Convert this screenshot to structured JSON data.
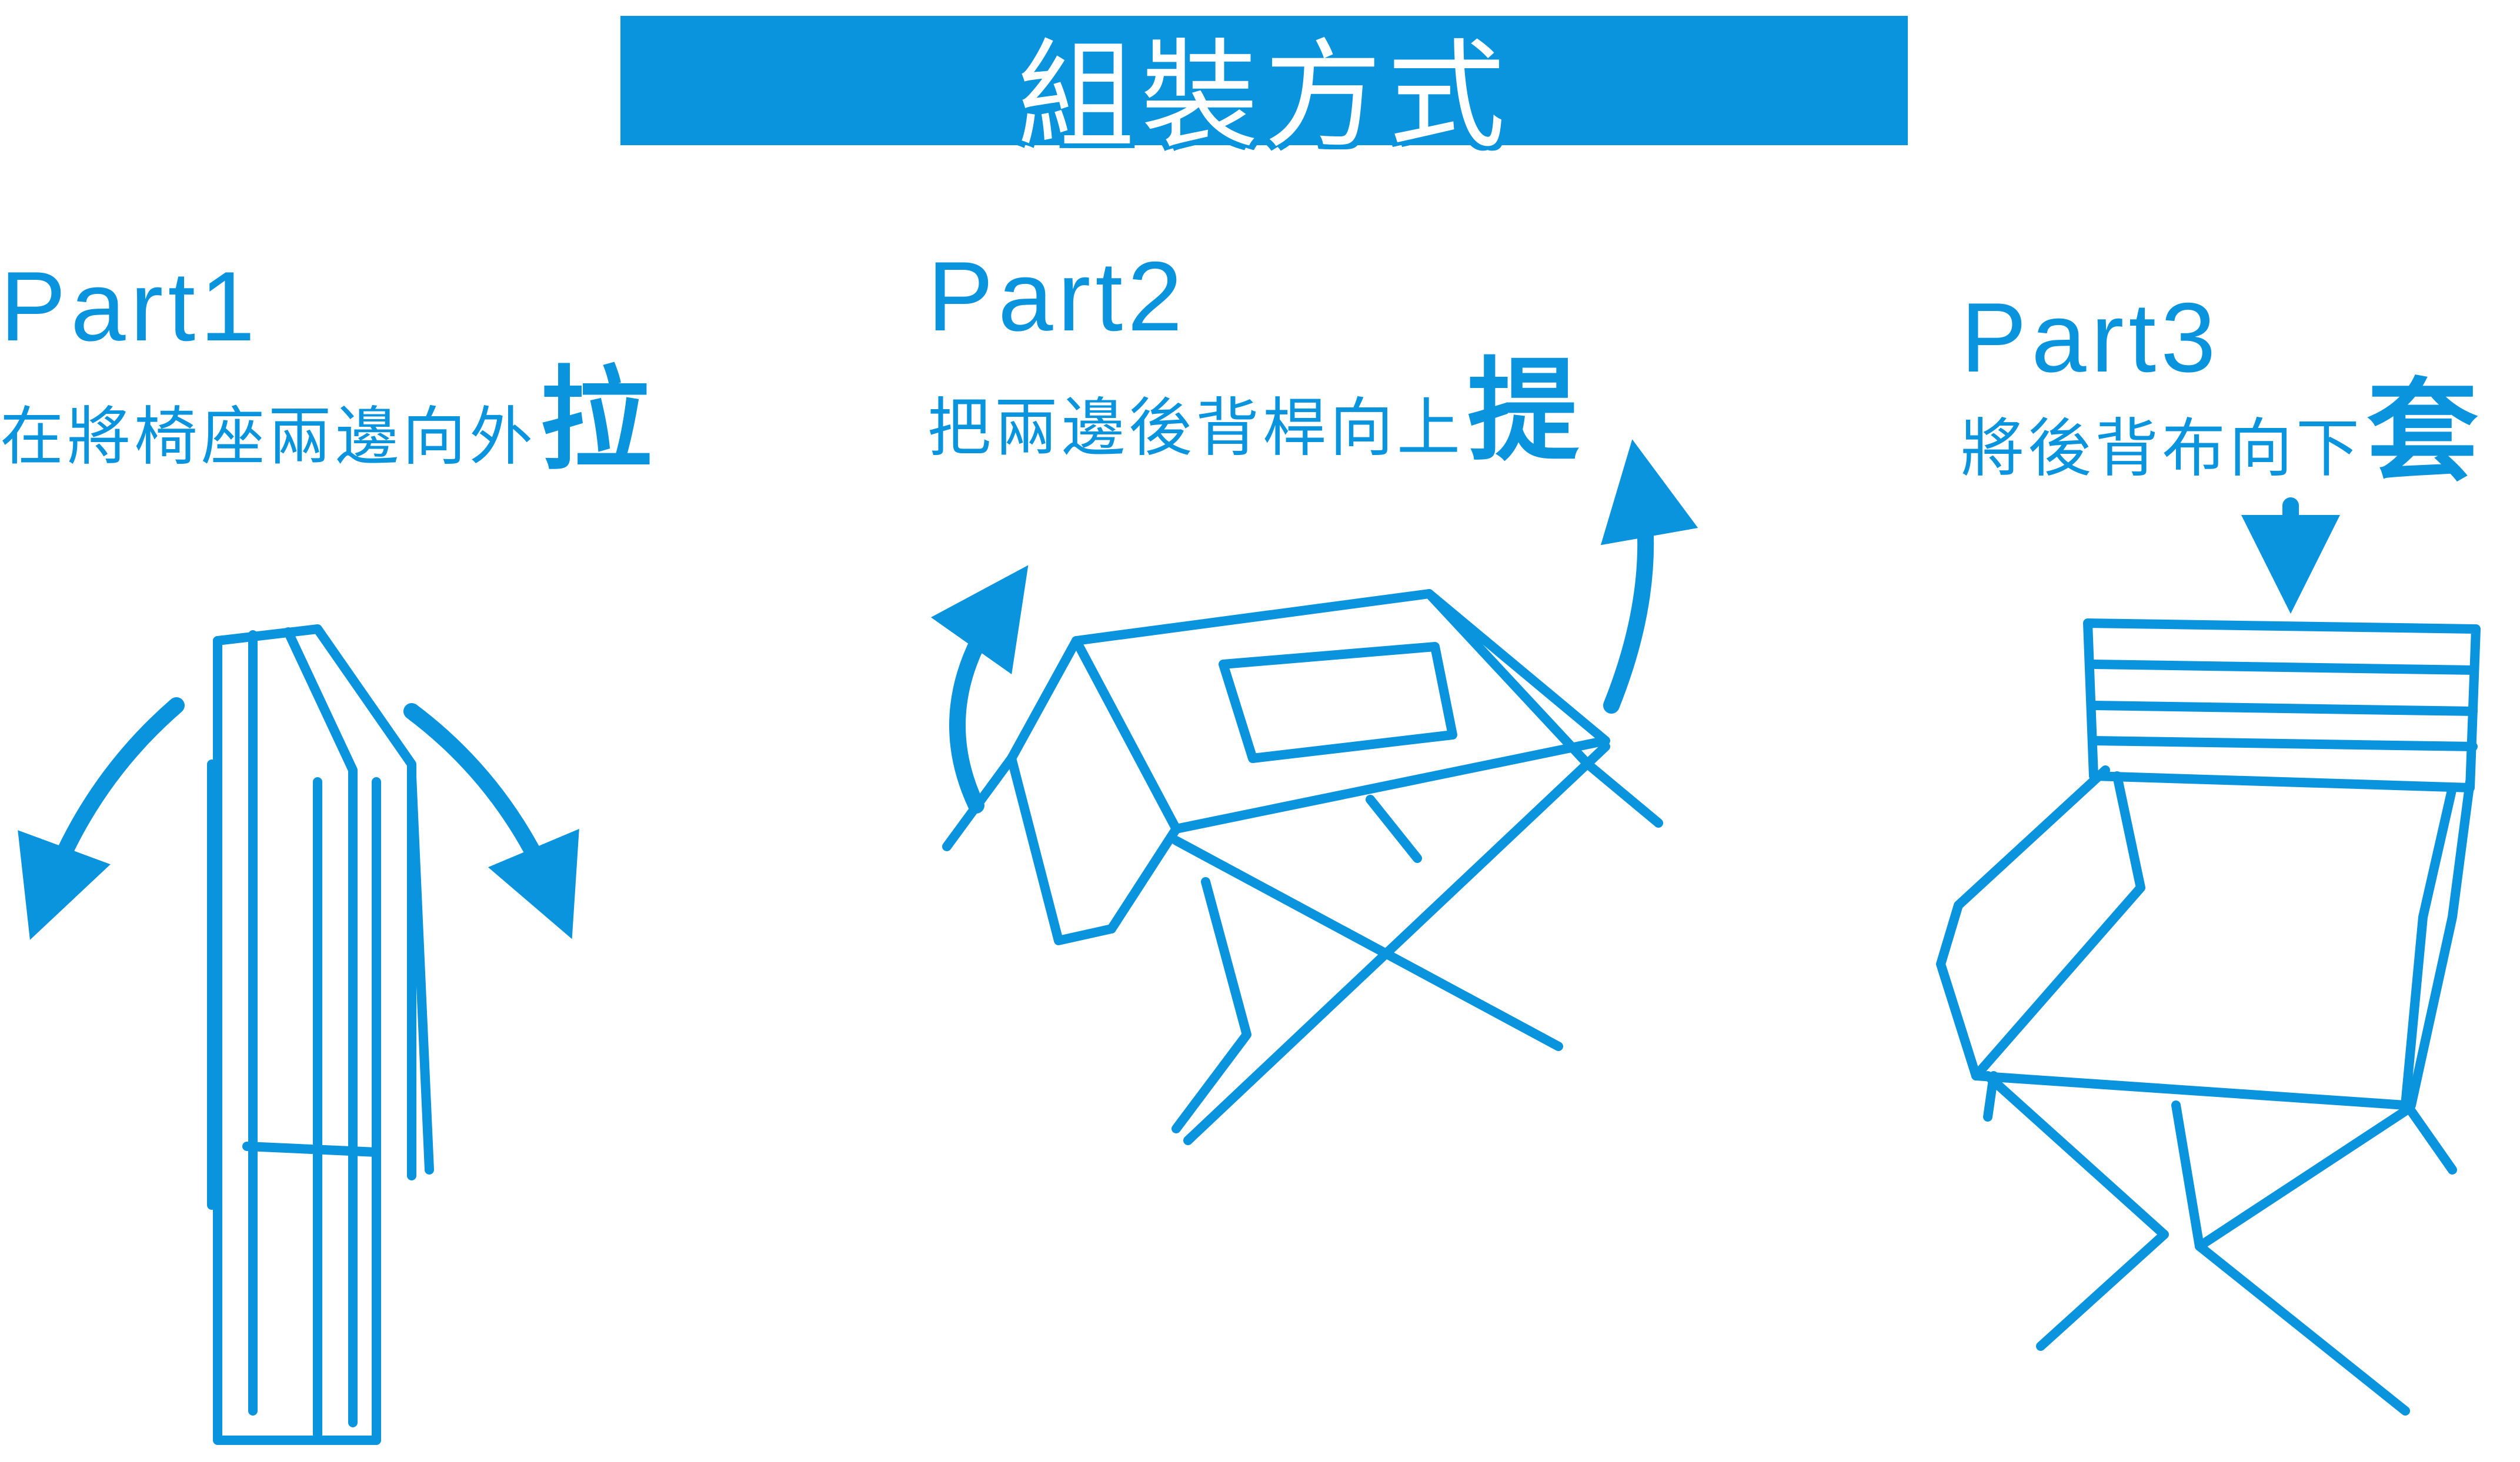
{
  "title": "組裝方式",
  "steps": [
    {
      "label": "Part1",
      "text": "在將椅座兩邊向外",
      "emphasis": "拉"
    },
    {
      "label": "Part2",
      "text": "把兩邊後背桿向上",
      "emphasis": "提"
    },
    {
      "label": "Part3",
      "text": "將後背布向下",
      "emphasis": "套"
    }
  ],
  "colors": {
    "accent": "#0a94de",
    "background": "#ffffff"
  }
}
